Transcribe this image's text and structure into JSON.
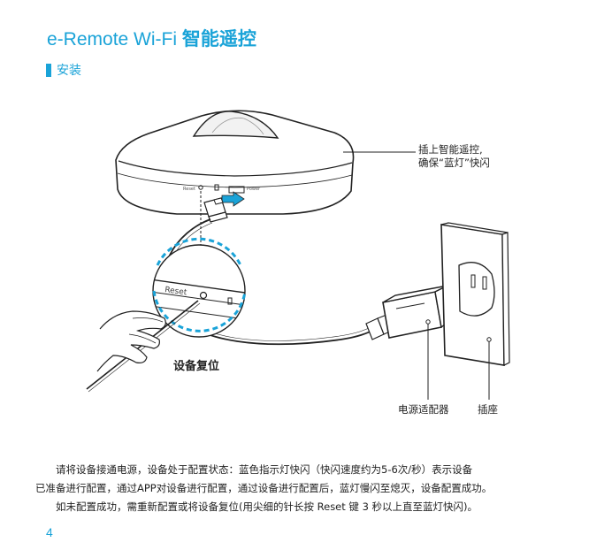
{
  "header": {
    "title_en": "e-Remote Wi-Fi",
    "title_cn": "智能遥控"
  },
  "section": {
    "label": "安装"
  },
  "diagram": {
    "device_port_left": "Reset",
    "device_port_right": "Power",
    "zoom_label": "Reset"
  },
  "callouts": {
    "plug_in_line1": "插上智能遥控,",
    "plug_in_line2": "确保“蓝灯”快闪",
    "reset": "设备复位",
    "adapter": "电源适配器",
    "socket": "插座"
  },
  "description": {
    "line1": "请将设备接通电源，设备处于配置状态：蓝色指示灯快闪（快闪速度约为5-6次/秒）表示设备",
    "line2": "已准备进行配置，通过APP对设备进行配置，通过设备进行配置后，蓝灯慢闪至熄灭，设备配置成功。",
    "line3": "如未配置成功，需重新配置或将设备复位(用尖细的针长按 Reset 键 3 秒以上直至蓝灯快闪)。"
  },
  "page": {
    "number": "4"
  },
  "colors": {
    "accent": "#1aa3d8",
    "text": "#222222"
  }
}
